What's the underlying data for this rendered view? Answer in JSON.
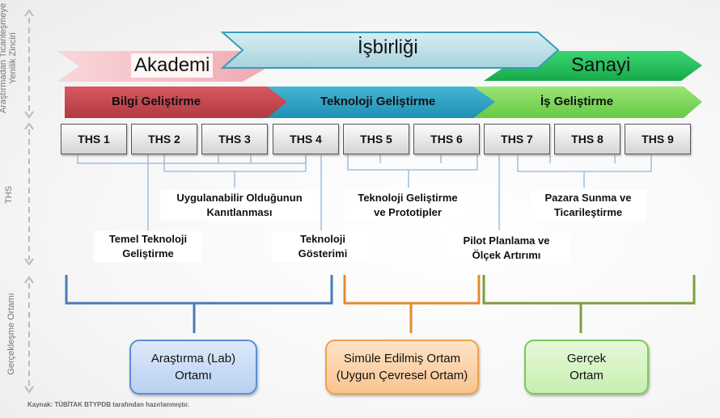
{
  "side_labels": {
    "top_line1": "Araştırmadan Ticarileşmeye",
    "top_line2": "Yenilik Zinciri",
    "middle": "THS",
    "bottom": "Gerçekleşme Ortamı"
  },
  "chain": {
    "academy": "Akademi",
    "cooperation": "İşbirliği",
    "industry": "Sanayi"
  },
  "stages": {
    "knowledge": "Bilgi Geliştirme",
    "technology": "Teknoloji Geliştirme",
    "business": "İş Geliştirme"
  },
  "ths_levels": [
    "THS 1",
    "THS 2",
    "THS 3",
    "THS 4",
    "THS 5",
    "THS 6",
    "THS 7",
    "THS 8",
    "THS 9"
  ],
  "groups": {
    "applicability_line1": "Uygulanabilir Olduğunun",
    "applicability_line2": "Kanıtlanması",
    "prototype_line1": "Teknoloji Geliştirme",
    "prototype_line2": "ve Prototipler",
    "market_line1": "Pazara Sunma ve",
    "market_line2": "Ticarileştirme",
    "basic_line1": "Temel Teknoloji",
    "basic_line2": "Geliştirme",
    "demo_line1": "Teknoloji",
    "demo_line2": "Gösterimi",
    "pilot_line1": "Pilot Planlama ve",
    "pilot_line2": "Ölçek Artırımı"
  },
  "environments": {
    "lab_line1": "Araştırma (Lab)",
    "lab_line2": "Ortamı",
    "sim_line1": "Simüle Edilmiş Ortam",
    "sim_line2": "(Uygun Çevresel Ortam)",
    "real_line1": "Gerçek",
    "real_line2": "Ortam"
  },
  "colors": {
    "academy": "#f4b6bd",
    "cooperation": "#b7dde6",
    "industry": "#22c25a",
    "knowledge": "#c8454d",
    "technology": "#2a9fc2",
    "business": "#7ed957",
    "bracket_blue": "#4a7ab8",
    "bracket_orange": "#e58a2f",
    "bracket_green": "#7a9e3e",
    "env_blue": "#c9dcf4",
    "env_orange": "#fbd2a8",
    "env_green": "#d5f3c4"
  },
  "source_note": "Kaynak: TÜBİTAK BTYPDB tarafından hazırlanmıştır."
}
